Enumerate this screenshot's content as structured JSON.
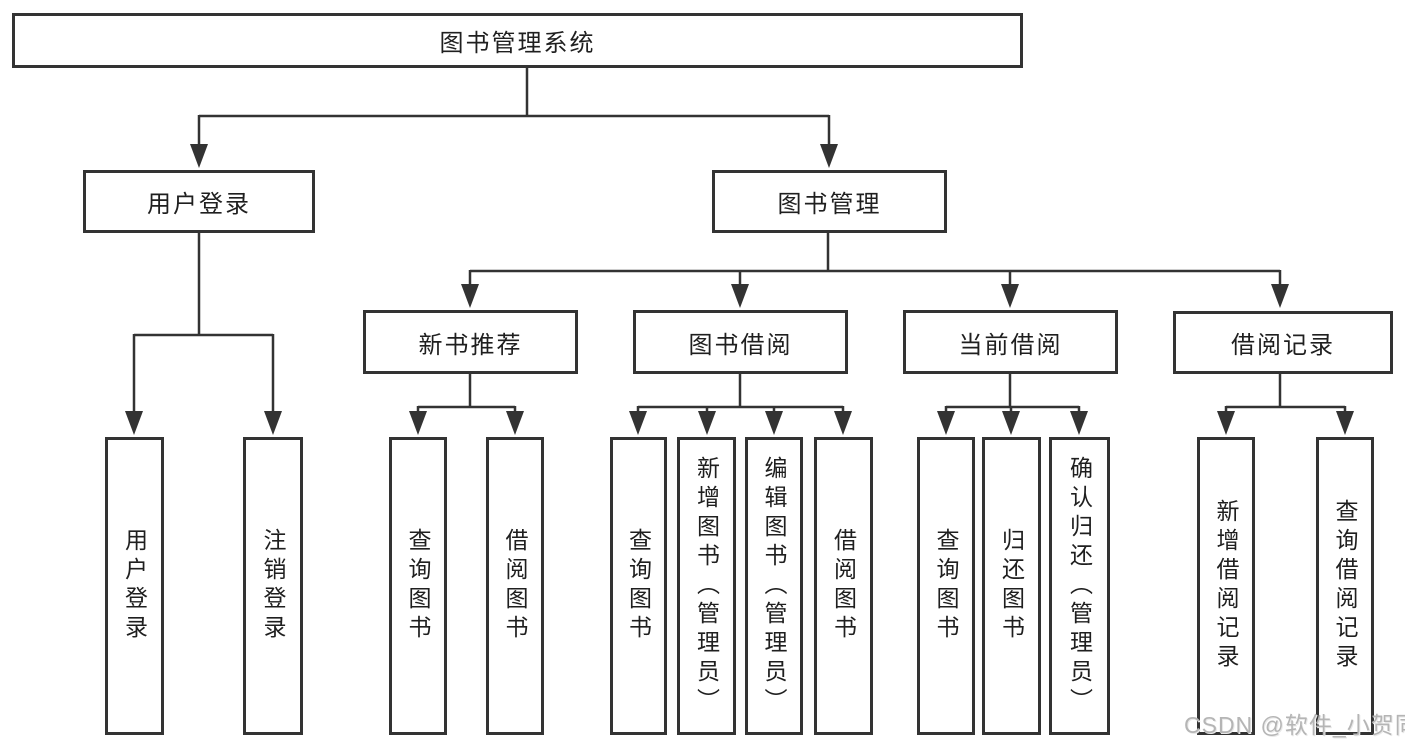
{
  "colors": {
    "background": "#ffffff",
    "line": "#333333",
    "box_border": "#333333",
    "text": "#1f1f1f",
    "watermark": "#b5b5b5"
  },
  "watermark": {
    "text": "CSDN @软件_小贺同学"
  },
  "nodes": {
    "root": {
      "label": "图书管理系统"
    },
    "level2": {
      "user_login": {
        "label": "用户登录"
      },
      "book_mgmt": {
        "label": "图书管理"
      }
    },
    "level3": {
      "new_book_rec": {
        "label": "新书推荐"
      },
      "book_borrow": {
        "label": "图书借阅"
      },
      "current_borrow": {
        "label": "当前借阅"
      },
      "borrow_record": {
        "label": "借阅记录"
      }
    },
    "leaves": {
      "user_login": {
        "label": "用户登录"
      },
      "logout": {
        "label": "注销登录"
      },
      "rec_query_books": {
        "label": "查询图书"
      },
      "rec_borrow_books": {
        "label": "借阅图书"
      },
      "bb_query_books": {
        "label": "查询图书"
      },
      "bb_add_books": {
        "label": "新增图书（管理员）"
      },
      "bb_edit_books": {
        "label": "编辑图书（管理员）"
      },
      "bb_borrow_books": {
        "label": "借阅图书"
      },
      "cb_query_books": {
        "label": "查询图书"
      },
      "cb_return_books": {
        "label": "归还图书"
      },
      "cb_confirm_return": {
        "label": "确认归还（管理员）"
      },
      "br_add_record": {
        "label": "新增借阅记录"
      },
      "br_query_record": {
        "label": "查询借阅记录"
      }
    }
  }
}
